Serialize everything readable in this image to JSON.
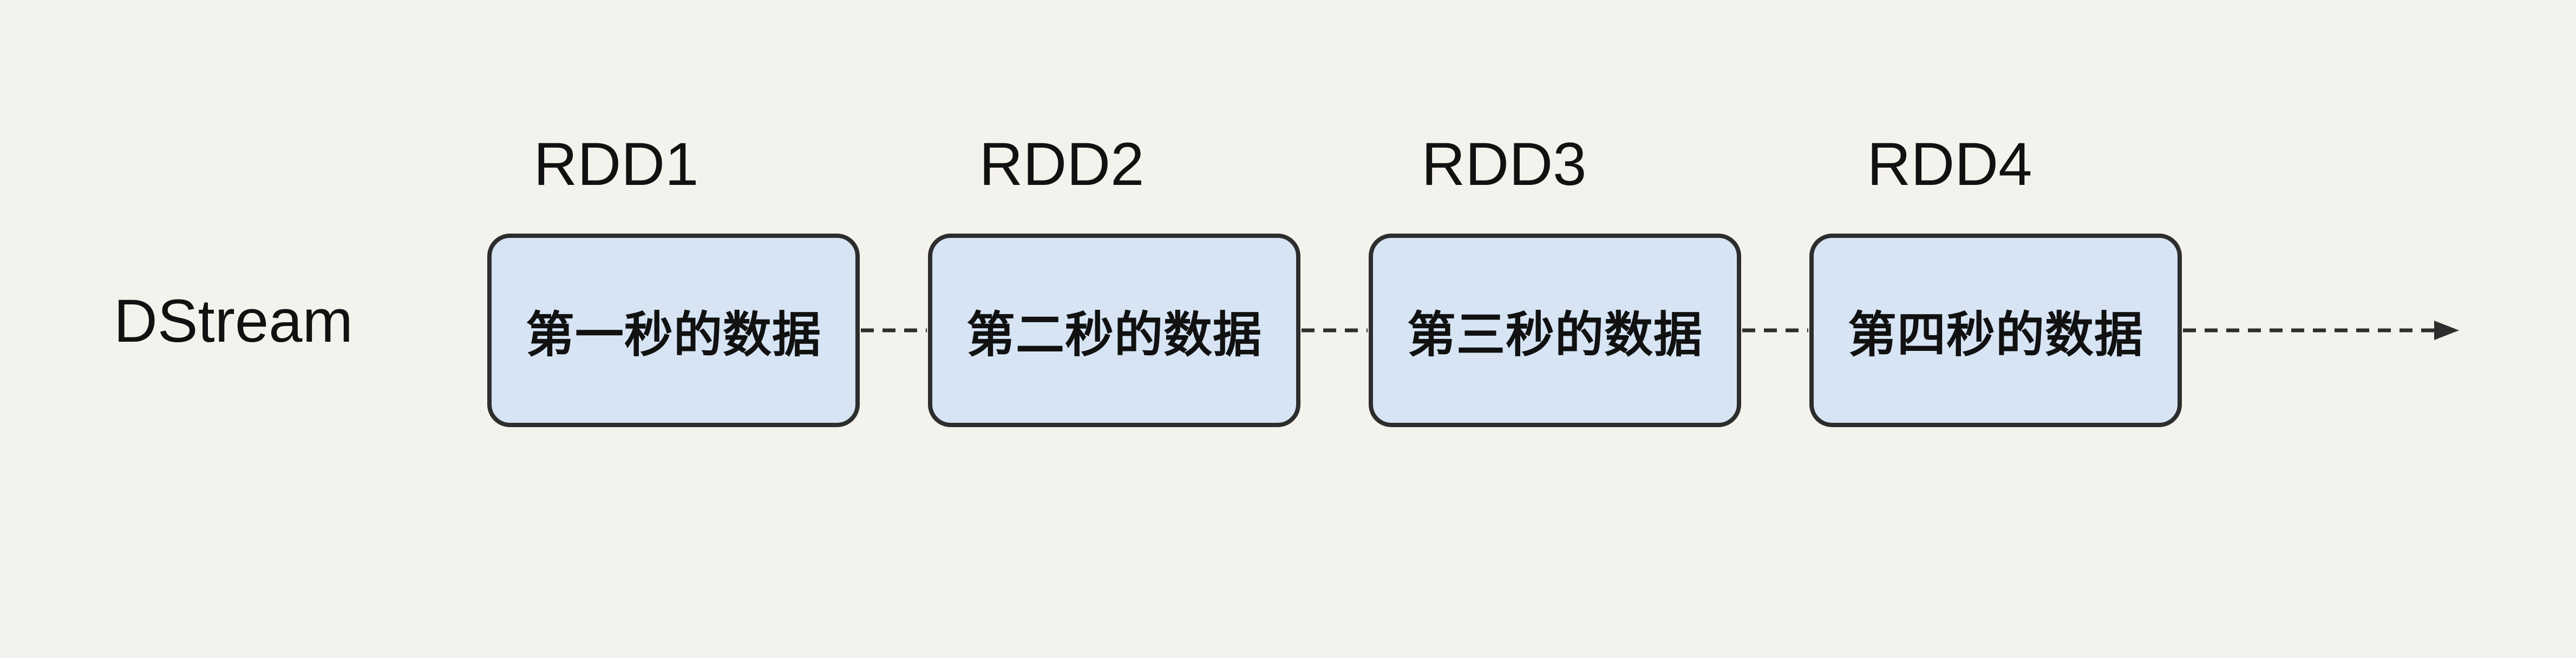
{
  "diagram": {
    "stream_label": "DStream",
    "rdds": [
      {
        "label": "RDD1",
        "text": "第一秒的数据"
      },
      {
        "label": "RDD2",
        "text": "第二秒的数据"
      },
      {
        "label": "RDD3",
        "text": "第三秒的数据"
      },
      {
        "label": "RDD4",
        "text": "第四秒的数据"
      }
    ],
    "flow": {
      "connector_style": "dashed",
      "direction": "left-to-right",
      "arrowhead": "filled-triangle-right"
    },
    "colors": {
      "background": "#f4f2ec",
      "box_fill": "#d6e4f4",
      "box_border": "#2d2d2d",
      "text": "#111111"
    }
  }
}
